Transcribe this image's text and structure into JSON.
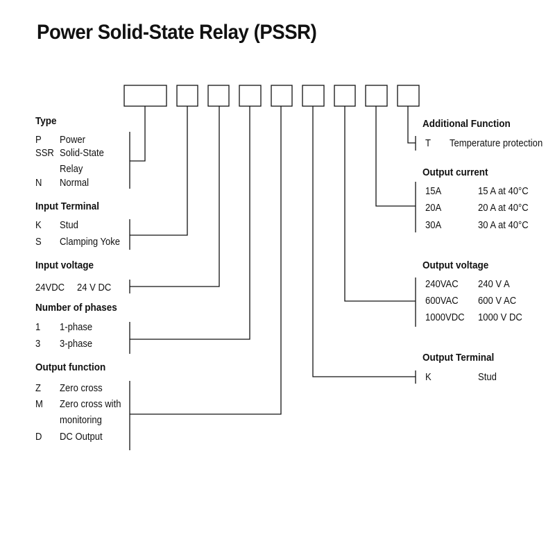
{
  "title": "Power Solid-State Relay (PSSR)",
  "boxes": [
    "",
    "",
    "",
    "",
    "",
    "",
    "",
    "",
    ""
  ],
  "left": {
    "type": {
      "heading": "Type",
      "items": [
        {
          "code": "P",
          "desc": "Power"
        },
        {
          "code": "SSR",
          "desc": "Solid-State"
        },
        {
          "code": "",
          "desc": "Relay"
        },
        {
          "code": "N",
          "desc": "Normal"
        }
      ]
    },
    "input_terminal": {
      "heading": "Input Terminal",
      "items": [
        {
          "code": "K",
          "desc": "Stud"
        },
        {
          "code": "S",
          "desc": "Clamping Yoke"
        }
      ]
    },
    "input_voltage": {
      "heading": "Input voltage",
      "items": [
        {
          "code": "24VDC",
          "desc": "24 V DC"
        }
      ]
    },
    "phases": {
      "heading": "Number of phases",
      "items": [
        {
          "code": "1",
          "desc": "1-phase"
        },
        {
          "code": "3",
          "desc": "3-phase"
        }
      ]
    },
    "output_function": {
      "heading": "Output function",
      "items": [
        {
          "code": "Z",
          "desc": "Zero cross"
        },
        {
          "code": "M",
          "desc": "Zero cross with"
        },
        {
          "code": "",
          "desc": "monitoring"
        },
        {
          "code": "D",
          "desc": "DC Output"
        }
      ]
    }
  },
  "right": {
    "additional_function": {
      "heading": "Additional Function",
      "items": [
        {
          "code": "T",
          "desc": "Temperature protection"
        }
      ]
    },
    "output_current": {
      "heading": "Output current",
      "items": [
        {
          "code": "15A",
          "desc": "15 A at 40°C"
        },
        {
          "code": "20A",
          "desc": "20 A at 40°C"
        },
        {
          "code": "30A",
          "desc": "30 A at 40°C"
        }
      ]
    },
    "output_voltage": {
      "heading": "Output voltage",
      "items": [
        {
          "code": "240VAC",
          "desc": "240 V A"
        },
        {
          "code": "600VAC",
          "desc": "600 V AC"
        },
        {
          "code": "1000VDC",
          "desc": "1000 V DC"
        }
      ]
    },
    "output_terminal": {
      "heading": "Output Terminal",
      "items": [
        {
          "code": "K",
          "desc": "Stud"
        }
      ]
    }
  }
}
